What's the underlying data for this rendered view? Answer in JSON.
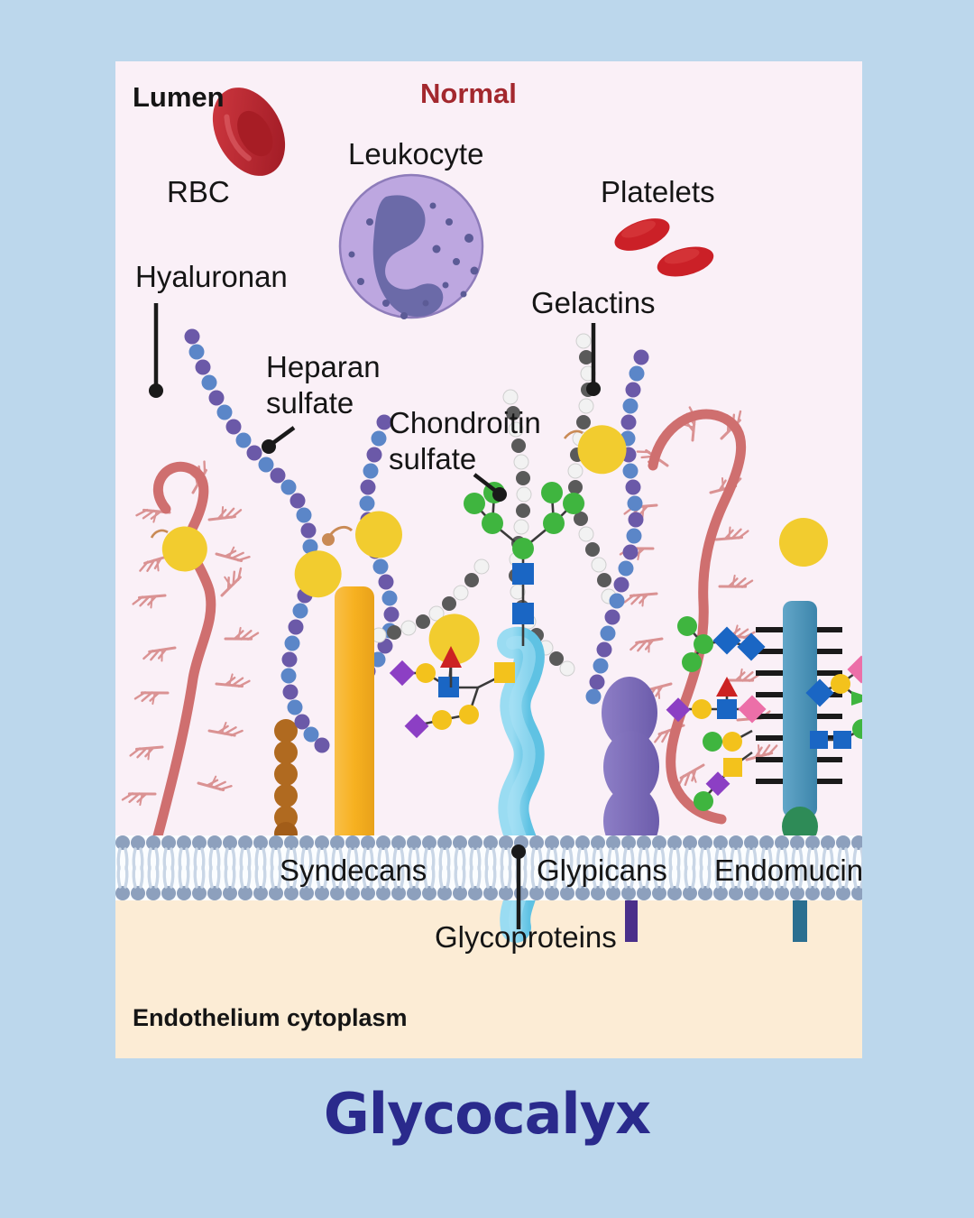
{
  "title": {
    "text": "Glycocalyx",
    "color": "#2a2a8c"
  },
  "canvas": {
    "background_color": "#bcd7ec",
    "panel_color": "#faf0f7",
    "cytoplasm_color": "#fcecd5"
  },
  "panel": {
    "header_left": "Lumen",
    "header_center": "Normal",
    "header_center_color": "#a3282e",
    "footer_label": "Endothelium cytoplasm"
  },
  "labels": {
    "rbc": "RBC",
    "leukocyte": "Leukocyte",
    "platelets": "Platelets",
    "hyaluronan": "Hyaluronan",
    "heparan_sulfate": "Heparan\nsulfate",
    "heparan_sulfate_l1": "Heparan",
    "heparan_sulfate_l2": "sulfate",
    "chondroitin_sulfate_l1": "Chondroitin",
    "chondroitin_sulfate_l2": "sulfate",
    "gelactins": "Gelactins",
    "syndecans": "Syndecans",
    "glycoproteins": "Glycoproteins",
    "glypicans": "Glypicans",
    "endomucin": "Endomucin"
  },
  "palette": {
    "rbc_red": "#c4232c",
    "platelet_red": "#cb2027",
    "leukocyte_fill": "#bda7e0",
    "leukocyte_nucleus": "#6b6aa8",
    "hyaluronan": "#d06f6f",
    "heparan_blue": "#5b86c8",
    "heparan_purple": "#6b59a8",
    "chondroitin_dark": "#5a5a5a",
    "chondroitin_light": "#f2f2f2",
    "gelactin_yellow": "#f2cc2f",
    "syndecan_orange": "#f7b333",
    "glycoprotein_blue": "#79cdea",
    "glypican_purple": "#7b6cb8",
    "glypican_stem": "#4a2f8a",
    "endomucin_teal": "#4a93b8",
    "endomucin_anchor": "#2e8b57",
    "brown_chain": "#b06a20",
    "membrane_head": "#8da0bd",
    "glycan_green": "#3fb53f",
    "glycan_blue_square": "#1a66c4",
    "glycan_yellow": "#f3c21c",
    "glycan_purple": "#8c3fc4",
    "glycan_pink": "#ec6fa8",
    "glycan_red_tri": "#cc2222"
  },
  "components": [
    {
      "name": "hyaluronan",
      "type": "branched-feather-strand",
      "color": "#d06f6f"
    },
    {
      "name": "heparan-sulfate",
      "type": "beaded-chain",
      "colors": [
        "#5b86c8",
        "#6b59a8"
      ]
    },
    {
      "name": "chondroitin-sulfate",
      "type": "beaded-chain",
      "colors": [
        "#f2f2f2",
        "#5a5a5a"
      ]
    },
    {
      "name": "gelactins",
      "type": "pacman-lectin",
      "color": "#f2cc2f"
    },
    {
      "name": "syndecans",
      "type": "transmembrane-bar",
      "color": "#f7b333"
    },
    {
      "name": "glycoproteins",
      "type": "wavy-ribbon",
      "color": "#79cdea"
    },
    {
      "name": "glypicans",
      "type": "stacked-ovals",
      "color": "#7b6cb8"
    },
    {
      "name": "endomucin",
      "type": "ticked-rod",
      "color": "#4a93b8"
    },
    {
      "name": "membrane",
      "type": "phospholipid-bilayer",
      "color": "#8da0bd"
    }
  ]
}
